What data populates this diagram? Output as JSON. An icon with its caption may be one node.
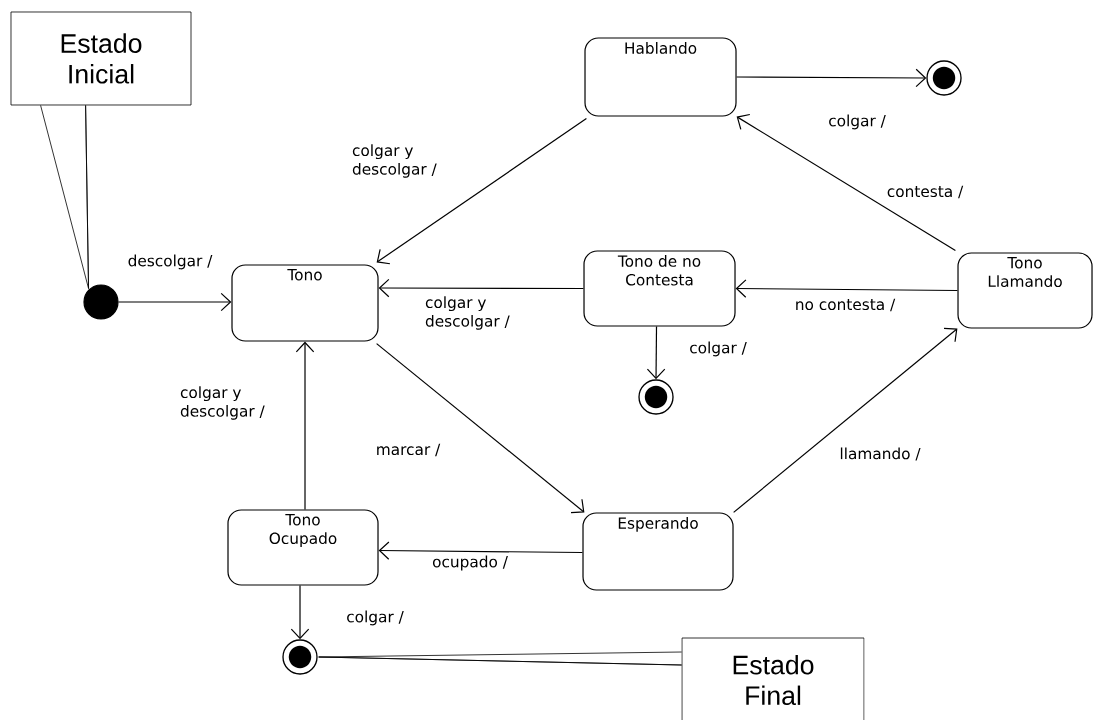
{
  "diagram": {
    "nodes": [
      {
        "text": [
          "Estado Inicial"
        ]
      },
      {
        "text": [],
        "shape": "circle"
      },
      {
        "text": [
          "Tono"
        ]
      },
      {
        "text": [
          "Hablando"
        ]
      },
      {
        "text": [],
        "shape": "circle"
      },
      {
        "text": [
          "Tono de no Contesta"
        ]
      },
      {
        "text": [],
        "shape": "circle"
      },
      {
        "text": [
          "Tono Llamando"
        ]
      },
      {
        "text": [
          "Esperando"
        ]
      },
      {
        "text": [
          "Tono Ocupado"
        ]
      },
      {
        "text": [],
        "shape": "circle"
      },
      {
        "text": [
          "Estado Final"
        ]
      }
    ],
    "edges": [
      {
        "from": 1,
        "to": 2,
        "arrow": "to",
        "label": "descolgar /"
      },
      {
        "from": 3,
        "to": 2,
        "arrow": "to",
        "label": "colgar y descolgar /"
      },
      {
        "from": 3,
        "to": 4,
        "arrow": "to",
        "label": "colgar /"
      },
      {
        "from": 5,
        "to": 2,
        "arrow": "to",
        "label": "colgar y descolgar /"
      },
      {
        "from": 5,
        "to": 6,
        "arrow": "to",
        "label": "colgar /"
      },
      {
        "from": 7,
        "to": 3,
        "arrow": "to",
        "label": "contesta /"
      },
      {
        "from": 7,
        "to": 5,
        "arrow": "to",
        "label": "no contesta /"
      },
      {
        "from": 2,
        "to": 8,
        "arrow": "to",
        "label": "marcar /"
      },
      {
        "from": 8,
        "to": 7,
        "arrow": "to",
        "label": "llamando /"
      },
      {
        "from": 8,
        "to": 9,
        "arrow": "to",
        "label": "ocupado /"
      },
      {
        "from": 9,
        "to": 2,
        "arrow": "to",
        "label": "colgar y descolgar /"
      },
      {
        "from": 9,
        "to": 10,
        "arrow": "to",
        "label": "colgar /"
      },
      {
        "from": 0,
        "to": 1,
        "arrow": "none"
      },
      {
        "from": 11,
        "to": 10,
        "arrow": "none"
      }
    ]
  }
}
